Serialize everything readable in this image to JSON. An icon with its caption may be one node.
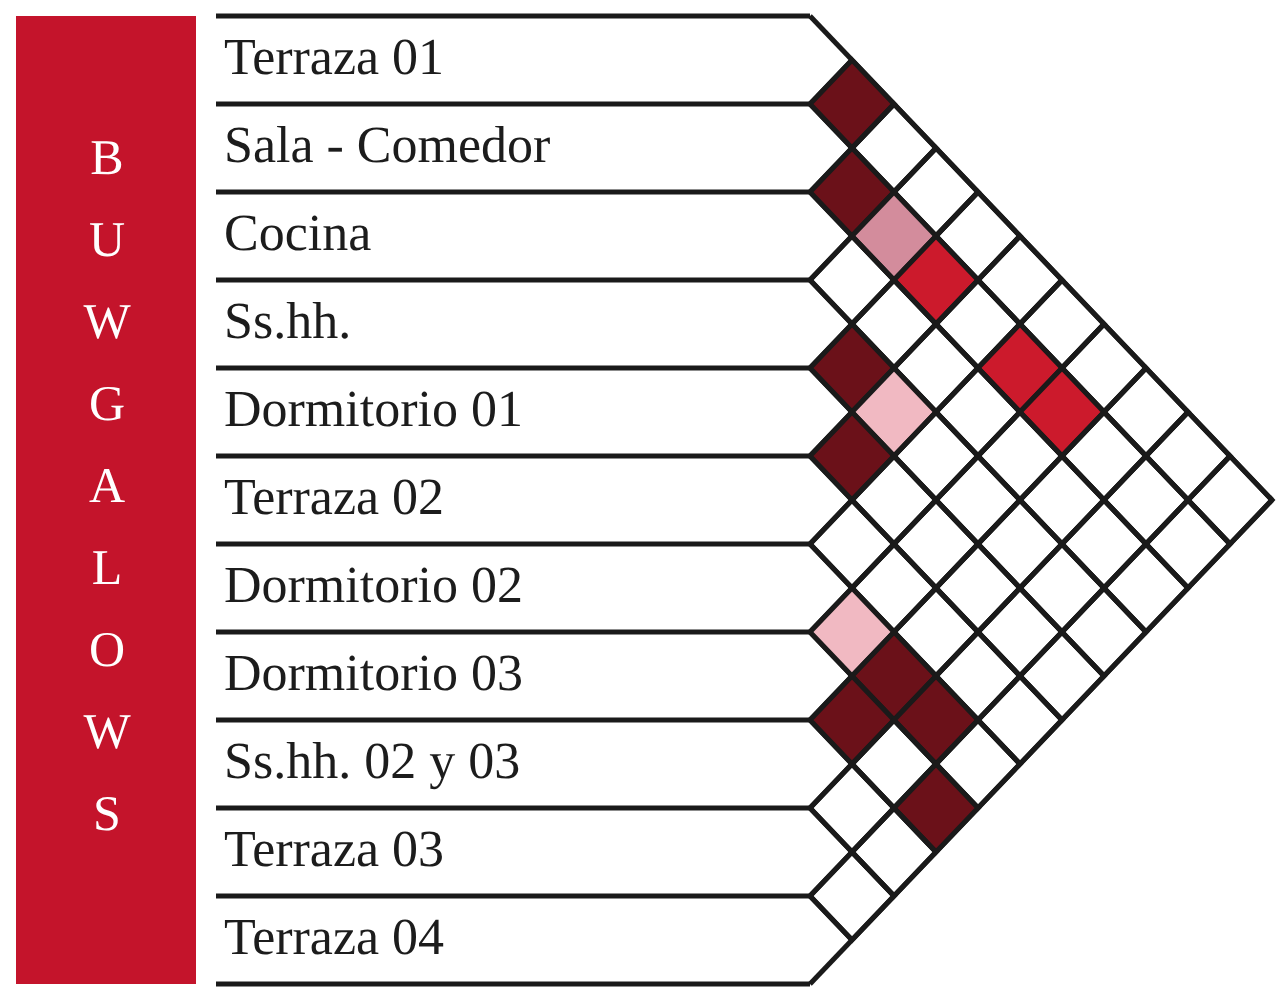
{
  "diagram": {
    "nodes": [
      {
        "text": [
          "BUWGALOWS"
        ]
      },
      {
        "text": [
          "Terraza 01"
        ]
      },
      {
        "text": [
          "Sala - Comedor"
        ]
      },
      {
        "text": [
          "Cocina"
        ]
      },
      {
        "text": [
          "Ss.hh."
        ]
      },
      {
        "text": [
          "Dormitorio 01"
        ]
      },
      {
        "text": [
          "Terraza 02"
        ]
      },
      {
        "text": [
          "Dormitorio 02"
        ]
      },
      {
        "text": [
          "Dormitorio 03"
        ]
      },
      {
        "text": [
          "Ss.hh. 02 y 03"
        ]
      },
      {
        "text": [
          "Terraza 03"
        ]
      },
      {
        "text": [
          "Terraza 04"
        ]
      },
      {
        "text": [],
        "shape": "diamond"
      },
      {
        "text": [],
        "shape": "diamond"
      },
      {
        "text": [],
        "shape": "diamond"
      },
      {
        "text": [],
        "shape": "diamond"
      },
      {
        "text": [],
        "shape": "diamond"
      },
      {
        "text": [],
        "shape": "diamond"
      },
      {
        "text": [],
        "shape": "diamond"
      },
      {
        "text": [],
        "shape": "diamond"
      },
      {
        "text": [],
        "shape": "diamond"
      },
      {
        "text": [],
        "shape": "diamond"
      },
      {
        "text": [],
        "shape": "diamond"
      },
      {
        "text": [],
        "shape": "diamond"
      },
      {
        "text": [],
        "shape": "diamond"
      },
      {
        "text": [],
        "shape": "diamond"
      },
      {
        "text": [],
        "shape": "diamond"
      },
      {
        "text": [],
        "shape": "diamond"
      },
      {
        "text": [],
        "shape": "diamond"
      },
      {
        "text": [],
        "shape": "diamond"
      },
      {
        "text": [],
        "shape": "diamond"
      },
      {
        "text": [],
        "shape": "diamond"
      },
      {
        "text": [],
        "shape": "diamond"
      },
      {
        "text": [],
        "shape": "diamond"
      },
      {
        "text": [],
        "shape": "diamond"
      },
      {
        "text": [],
        "shape": "diamond"
      },
      {
        "text": [],
        "shape": "diamond"
      },
      {
        "text": [],
        "shape": "diamond"
      },
      {
        "text": [],
        "shape": "diamond"
      },
      {
        "text": [],
        "shape": "diamond"
      },
      {
        "text": [],
        "shape": "diamond"
      },
      {
        "text": [],
        "shape": "diamond"
      },
      {
        "text": [],
        "shape": "diamond"
      },
      {
        "text": [],
        "shape": "diamond"
      },
      {
        "text": [],
        "shape": "diamond"
      },
      {
        "text": [],
        "shape": "diamond"
      },
      {
        "text": [],
        "shape": "diamond"
      },
      {
        "text": [],
        "shape": "diamond"
      },
      {
        "text": [],
        "shape": "diamond"
      },
      {
        "text": [],
        "shape": "diamond"
      },
      {
        "text": [],
        "shape": "diamond"
      },
      {
        "text": [],
        "shape": "diamond"
      },
      {
        "text": [],
        "shape": "diamond"
      },
      {
        "text": [],
        "shape": "diamond"
      },
      {
        "text": [],
        "shape": "diamond"
      },
      {
        "text": [],
        "shape": "diamond"
      },
      {
        "text": [],
        "shape": "diamond"
      },
      {
        "text": [],
        "shape": "diamond"
      },
      {
        "text": [],
        "shape": "diamond"
      },
      {
        "text": [],
        "shape": "diamond"
      },
      {
        "text": [],
        "shape": "diamond"
      },
      {
        "text": [],
        "shape": "diamond"
      },
      {
        "text": [],
        "shape": "diamond"
      },
      {
        "text": [],
        "shape": "diamond"
      },
      {
        "text": [],
        "shape": "diamond"
      },
      {
        "text": [],
        "shape": "diamond"
      },
      {
        "text": [],
        "shape": "diamond"
      }
    ]
  }
}
